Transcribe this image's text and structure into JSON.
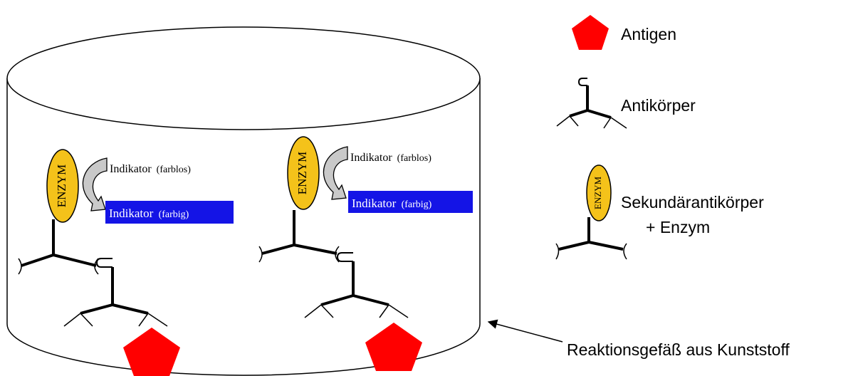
{
  "legend": {
    "antigen": "Antigen",
    "antibody": "Antikörper",
    "secondary_line1": "Sekundärantikörper",
    "secondary_line2": "+ Enzym"
  },
  "enzyme_label": "ENZYM",
  "indicator": {
    "word": "Indikator",
    "colorless_suffix": "(farblos)",
    "colored_suffix": "(farbig)"
  },
  "vessel_label": "Reaktionsgefäß aus Kunststoff",
  "colors": {
    "antigen": "#ff0000",
    "enzyme": "#f4c21a",
    "indicator_colored_bg": "#1414e6",
    "indicator_colorless_arrow": "#c9c9c9",
    "outline": "#000000"
  }
}
